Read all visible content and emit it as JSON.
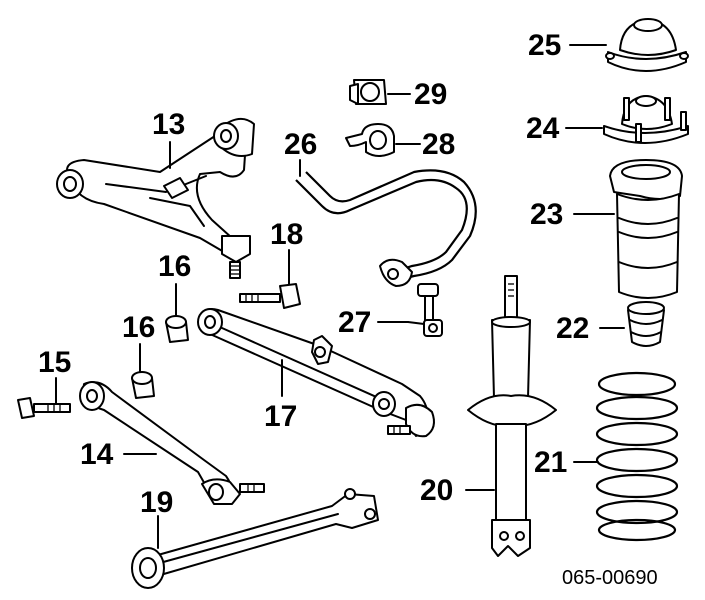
{
  "diagram": {
    "reference_code": "065-00690",
    "callouts": {
      "c13": "13",
      "c14": "14",
      "c15": "15",
      "c16a": "16",
      "c16b": "16",
      "c17": "17",
      "c18": "18",
      "c19": "19",
      "c20": "20",
      "c21": "21",
      "c22": "22",
      "c23": "23",
      "c24": "24",
      "c25": "25",
      "c26": "26",
      "c27": "27",
      "c28": "28",
      "c29": "29"
    }
  }
}
